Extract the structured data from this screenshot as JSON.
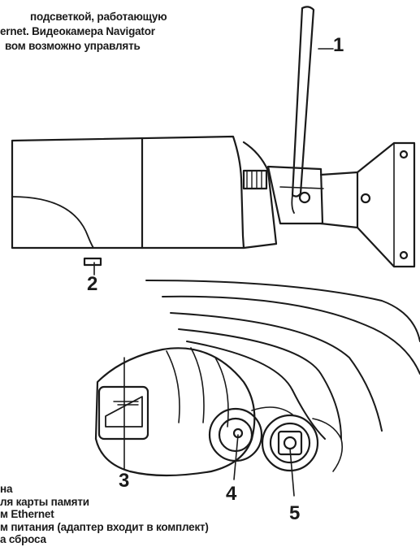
{
  "intro_lines": [
    "подсветкой, работающую",
    "ernet. Видеокамера Navigator",
    "вом возможно управлять"
  ],
  "callouts": [
    "1",
    "2",
    "3",
    "4",
    "5"
  ],
  "legend": [
    "на",
    "ля карты памяти",
    "м Ethernet",
    "м питания (адаптер входит в комплект)",
    "а сброса"
  ]
}
